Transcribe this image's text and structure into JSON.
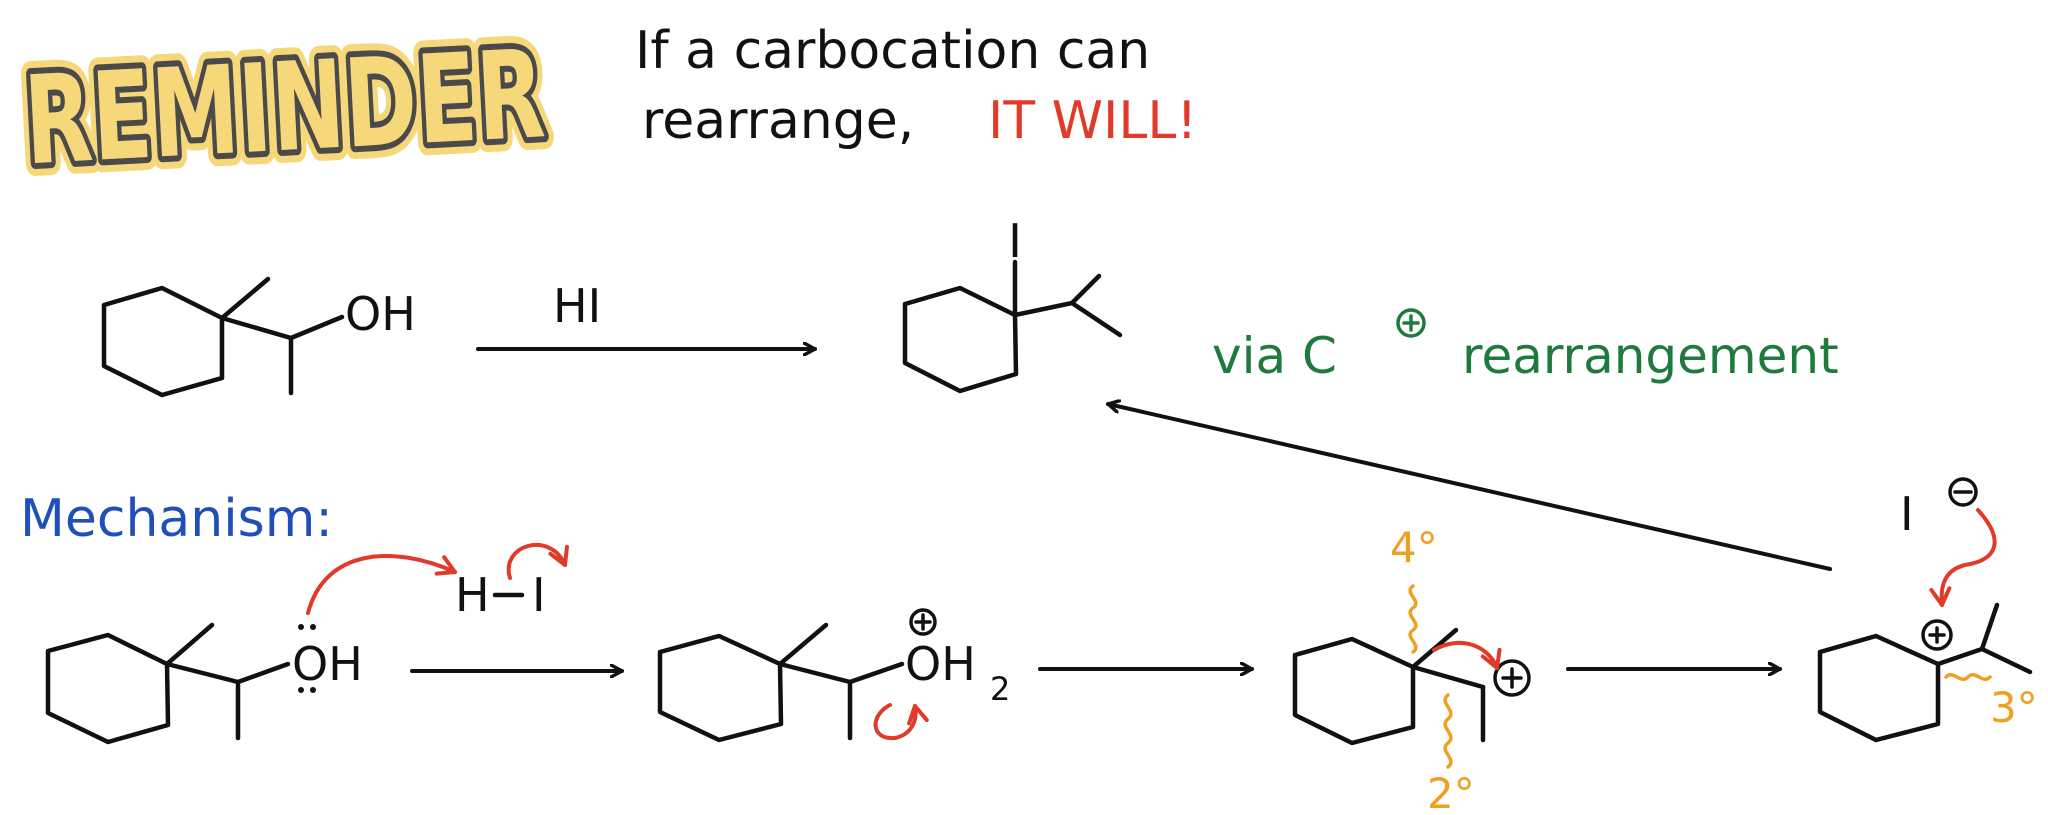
{
  "reminder": {
    "badge": "REMINDER",
    "line1": "If a carbocation can",
    "line2": "rearrange,",
    "emphasis": "IT WILL!"
  },
  "reaction": {
    "reagent": "HI",
    "reactant_group": "OH",
    "product_group": "I",
    "note_prefix": "via C",
    "note_suffix": "rearrangement"
  },
  "mechanism": {
    "heading": "Mechanism:",
    "acid_h": "H",
    "acid_i": "I",
    "step1_group": "OH",
    "step2_group": "OH",
    "step2_sub": "2",
    "iodide": "I",
    "quaternary": "4°",
    "secondary": "2°",
    "tertiary": "3°"
  },
  "colors": {
    "ink": "#111111",
    "red": "#e03a2a",
    "green": "#1f7a3e",
    "blue": "#1f4fb8",
    "orange": "#f0a020",
    "badge_fill": "#f6d77a",
    "badge_outline": "#4a4a4a"
  }
}
